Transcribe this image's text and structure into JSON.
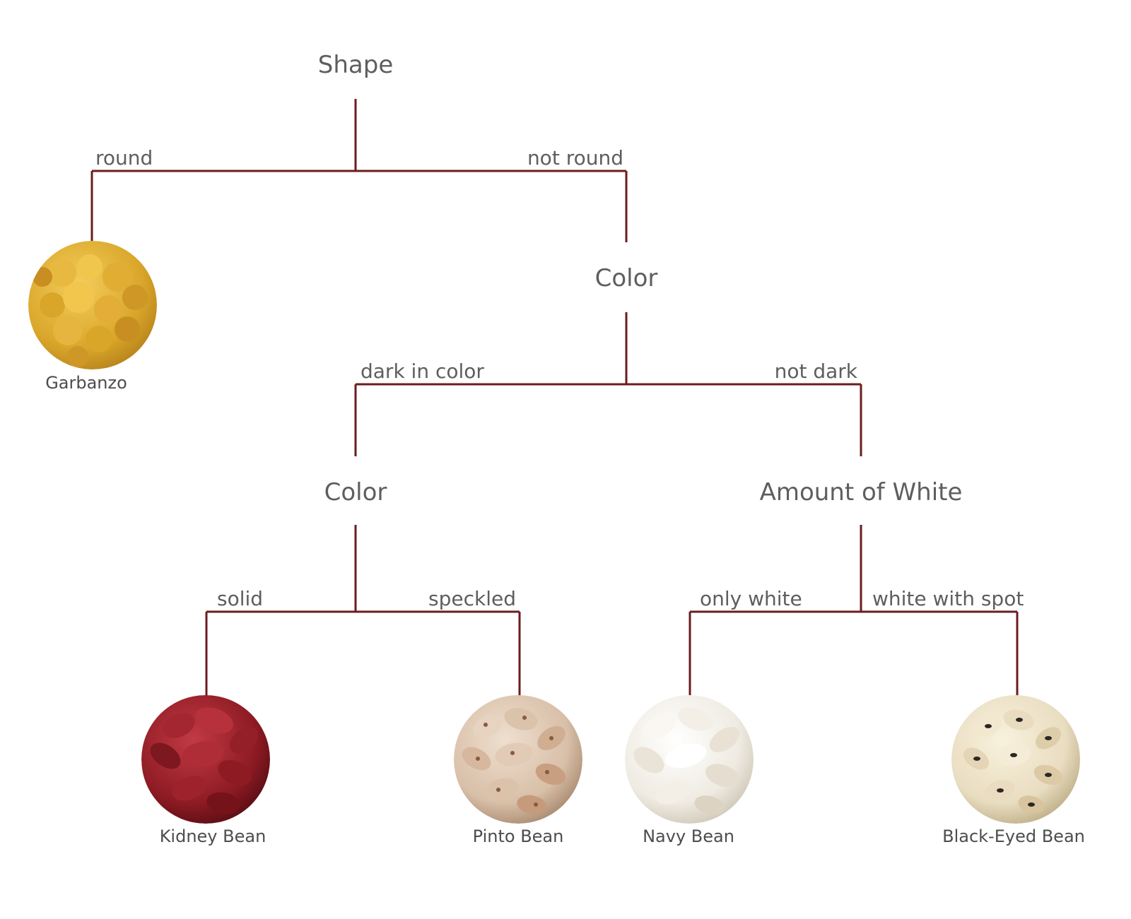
{
  "colors": {
    "connector": "#6b1c1f",
    "text": "#5e5e5e",
    "leaf_text": "#4d4d4d",
    "garbanzo": "#d9a62a",
    "kidney": "#8e1b24",
    "pinto": "#d8bfa8",
    "navy": "#efebe2",
    "black_eyed": "#e9ddc1"
  },
  "nodes": {
    "root": "Shape",
    "color1": "Color",
    "color2": "Color",
    "white": "Amount of White"
  },
  "edges": {
    "round": "round",
    "not_round": "not round",
    "dark": "dark in color",
    "not_dark": "not dark",
    "solid": "solid",
    "speckled": "speckled",
    "only_white": "only white",
    "white_spot": "white with spot"
  },
  "leaves": {
    "garbanzo": "Garbanzo",
    "kidney": "Kidney Bean",
    "pinto": "Pinto Bean",
    "navy": "Navy Bean",
    "black_eyed": "Black-Eyed Bean"
  }
}
